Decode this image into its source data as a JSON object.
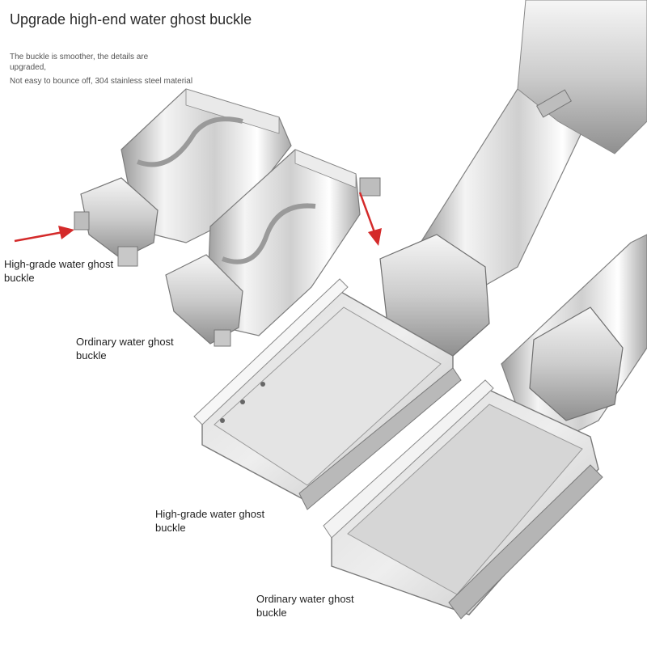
{
  "header": {
    "title": "Upgrade high-end water ghost buckle",
    "subtitle_1": "The buckle is smoother, the details are upgraded,",
    "subtitle_2": "Not easy to bounce off, 304 stainless steel material"
  },
  "labels": {
    "high_grade_top": "High-grade water ghost buckle",
    "ordinary_top": "Ordinary water ghost buckle",
    "high_grade_bottom": "High-grade water ghost buckle",
    "ordinary_bottom": "Ordinary water ghost buckle"
  },
  "colors": {
    "arrow": "#d42a2a",
    "steel_light": "#f2f2f2",
    "steel_mid": "#c9c9c9",
    "steel_dark": "#8a8a8a"
  }
}
